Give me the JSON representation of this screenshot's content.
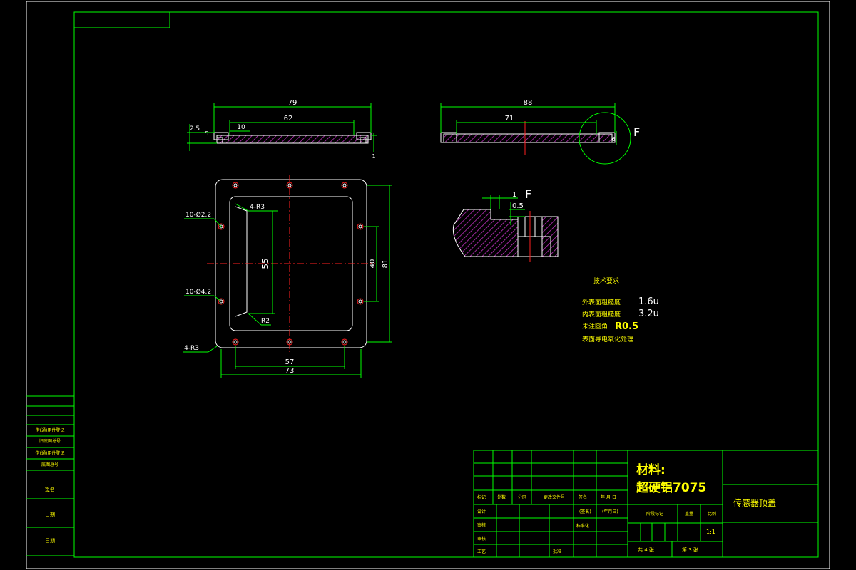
{
  "views": {
    "top_section": {
      "dim_overall": "79",
      "dim_inner": "62",
      "dim_offset": "10",
      "dim_left_a": "2.5",
      "dim_left_b": "5",
      "dim_right": "1"
    },
    "right_section": {
      "dim_overall": "88",
      "dim_inner": "71",
      "dim_right": "6",
      "detail_label": "F"
    },
    "plan": {
      "hole_small": "10-Ø2.2",
      "hole_large": "10-Ø4.2",
      "corner_inner": "4-R3",
      "corner_outer": "4-R3",
      "dim_pocket_h": "55",
      "fillet": "R2",
      "dim_holes_v": "40",
      "dim_overall_v": "81",
      "dim_holes_h": "57",
      "dim_overall_h": "73"
    },
    "detail": {
      "label": "F",
      "dim_step_w": "1",
      "dim_step_h": "0.5"
    }
  },
  "tech_notes": {
    "title": "技术要求",
    "items": [
      {
        "label": "外表面粗糙度",
        "value": "1.6u"
      },
      {
        "label": "内表面粗糙度",
        "value": "3.2u"
      },
      {
        "label": "未注圆角",
        "value": "R0.5"
      },
      {
        "label": "表面导电氧化处理",
        "value": ""
      }
    ]
  },
  "title_block": {
    "material_label": "材料:",
    "material_value": "超硬铝7075",
    "part_name": "传感器顶盖",
    "row_labels": [
      "标记",
      "处数",
      "分区",
      "更改文件号",
      "签名",
      "年 月 日"
    ],
    "design": "设计",
    "check": "审核",
    "process": "工艺",
    "review": "审核",
    "approve": "批准",
    "sign": "(签名)",
    "date": "(年月日)",
    "std": "标准化",
    "stage_mark": "阶段标记",
    "weight": "重量",
    "scale": "比例",
    "scale_value": "1:1",
    "sheets": "共 4 张",
    "sheet_no": "第 3 张"
  },
  "side_table": {
    "rows": [
      "借(通)用件登记",
      "旧底图总号",
      "借(通)用件登记",
      "底图总号",
      "签名",
      "日期",
      "日期"
    ]
  }
}
